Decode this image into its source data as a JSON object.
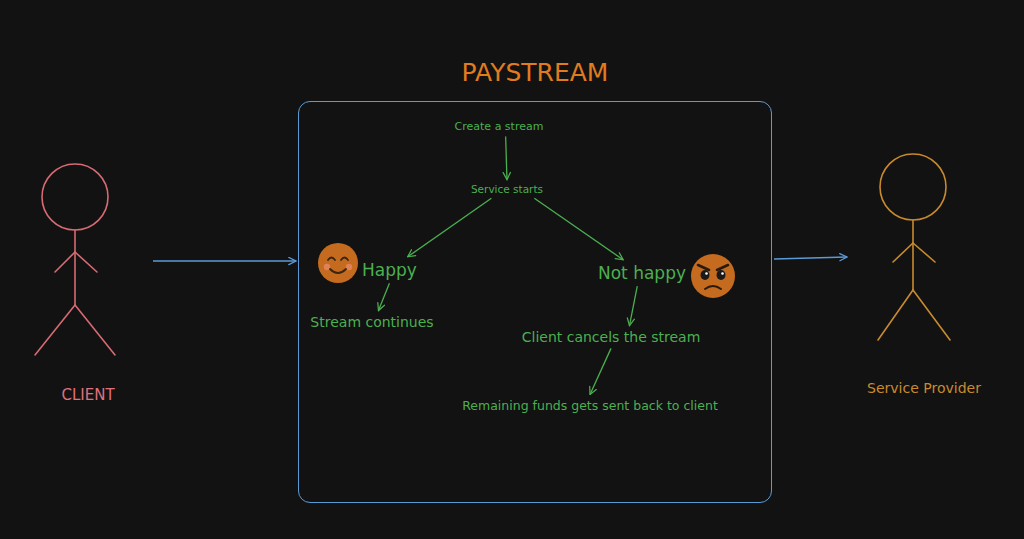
{
  "diagram": {
    "nodes": [
      {
        "text": [
          "CLIENT"
        ]
      },
      {
        "text": [
          "PAYSTREAM"
        ]
      },
      {
        "text": [
          "Create a stream"
        ],
        "in": 1
      },
      {
        "text": [
          "Service starts"
        ],
        "in": 1
      },
      {
        "text": [
          "Happy"
        ],
        "in": 1
      },
      {
        "text": [
          "Not happy"
        ],
        "in": 1
      },
      {
        "text": [
          "Stream continues"
        ],
        "in": 1
      },
      {
        "text": [
          "Client cancels the stream"
        ],
        "in": 1
      },
      {
        "text": [
          "Remaining funds gets sent back to client"
        ],
        "in": 1
      },
      {
        "text": [
          "Service Provider"
        ]
      }
    ],
    "edges": [
      {
        "from": 0,
        "to": 1,
        "arrow": "to"
      },
      {
        "from": 2,
        "to": 3,
        "arrow": "to"
      },
      {
        "from": 3,
        "to": 4,
        "arrow": "to"
      },
      {
        "from": 3,
        "to": 5,
        "arrow": "to"
      },
      {
        "from": 4,
        "to": 6,
        "arrow": "to"
      },
      {
        "from": 5,
        "to": 7,
        "arrow": "to"
      },
      {
        "from": 7,
        "to": 8,
        "arrow": "to"
      },
      {
        "from": 1,
        "to": 9,
        "arrow": "to"
      }
    ]
  }
}
